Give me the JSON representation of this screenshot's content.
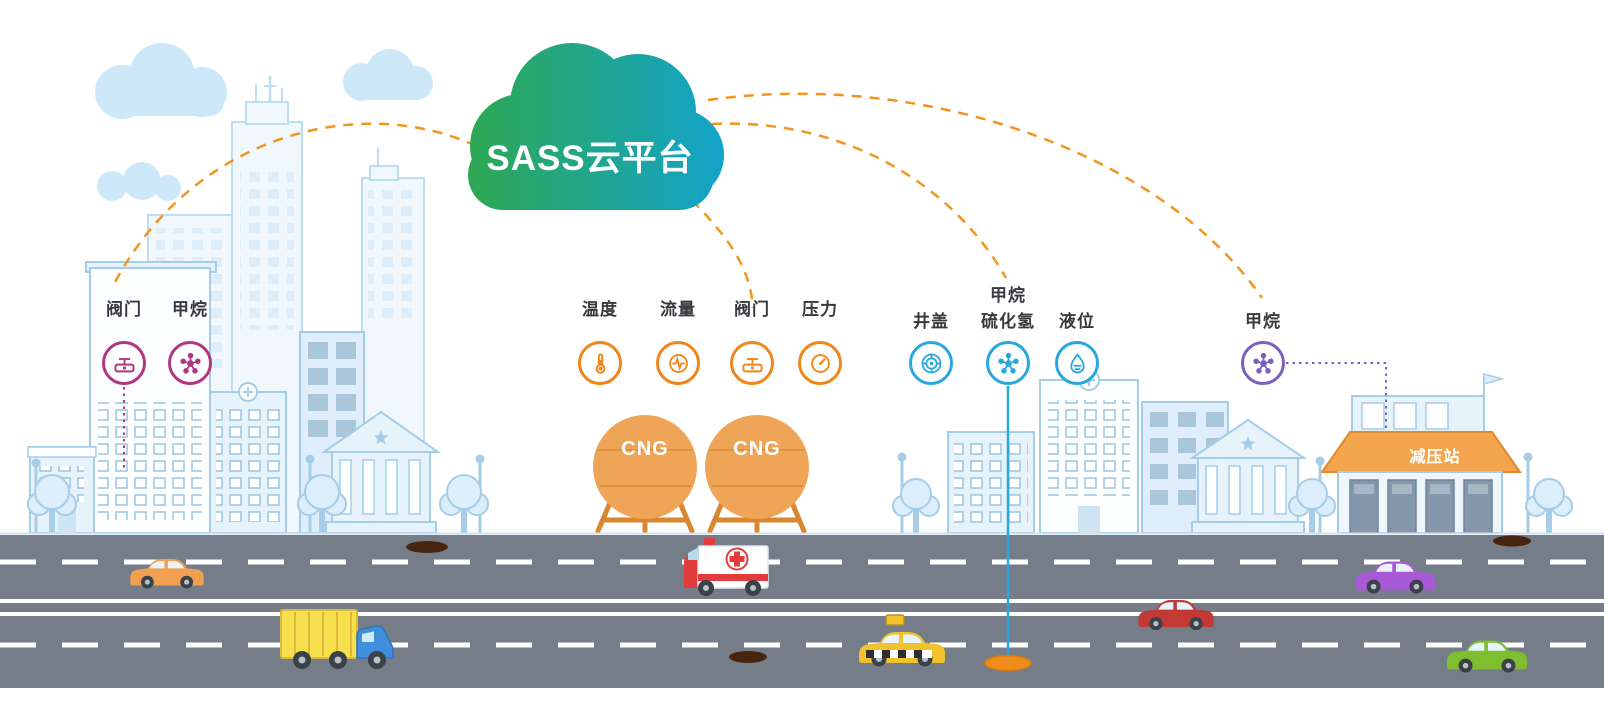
{
  "scene": {
    "title": "SASS云平台"
  },
  "colors": {
    "cloud_green": "#2fa84f",
    "cloud_teal": "#12a3cd",
    "link_orange": "#f5941d",
    "group_left": "#b0377f",
    "group_cng": "#f08519",
    "group_manhole": "#2ba7e0",
    "group_right": "#7a5fc0",
    "road": "#757e88"
  },
  "groups": {
    "left": {
      "color": "#b0377f",
      "items": [
        {
          "label": "阀门",
          "icon": "valve-icon"
        },
        {
          "label": "甲烷",
          "icon": "methane-molecule-icon"
        }
      ]
    },
    "cng": {
      "color": "#f08519",
      "items": [
        {
          "label": "温度",
          "icon": "temperature-icon"
        },
        {
          "label": "流量",
          "icon": "flow-icon"
        },
        {
          "label": "阀门",
          "icon": "valve-icon"
        },
        {
          "label": "压力",
          "icon": "pressure-gauge-icon"
        }
      ]
    },
    "manhole": {
      "color": "#2ba7e0",
      "items": [
        {
          "label": "井盖",
          "icon": "manhole-cover-icon"
        },
        {
          "label_top": "甲烷",
          "label": "硫化氢",
          "icon": "gas-molecule-icon"
        },
        {
          "label": "液位",
          "icon": "liquid-level-icon"
        }
      ]
    },
    "right": {
      "color": "#7a5fc0",
      "items": [
        {
          "label": "甲烷",
          "icon": "methane-molecule-icon"
        }
      ]
    }
  },
  "tanks": {
    "labels": [
      "CNG",
      "CNG"
    ]
  },
  "station": {
    "label": "减压站"
  }
}
